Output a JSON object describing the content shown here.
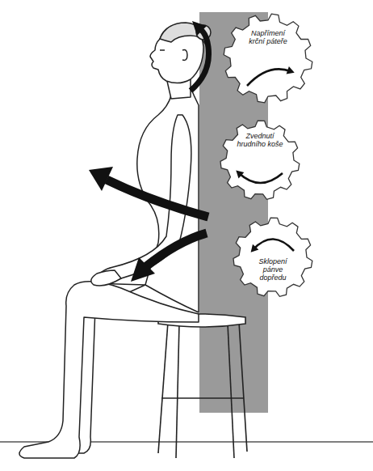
{
  "diagram": {
    "nodes": [
      {
        "text": [
          "Napřímení krční páteře"
        ]
      },
      {
        "text": [
          "Zvednutí hrudního koše"
        ]
      },
      {
        "text": [
          "Sklopení pánve dopředu"
        ]
      }
    ]
  }
}
